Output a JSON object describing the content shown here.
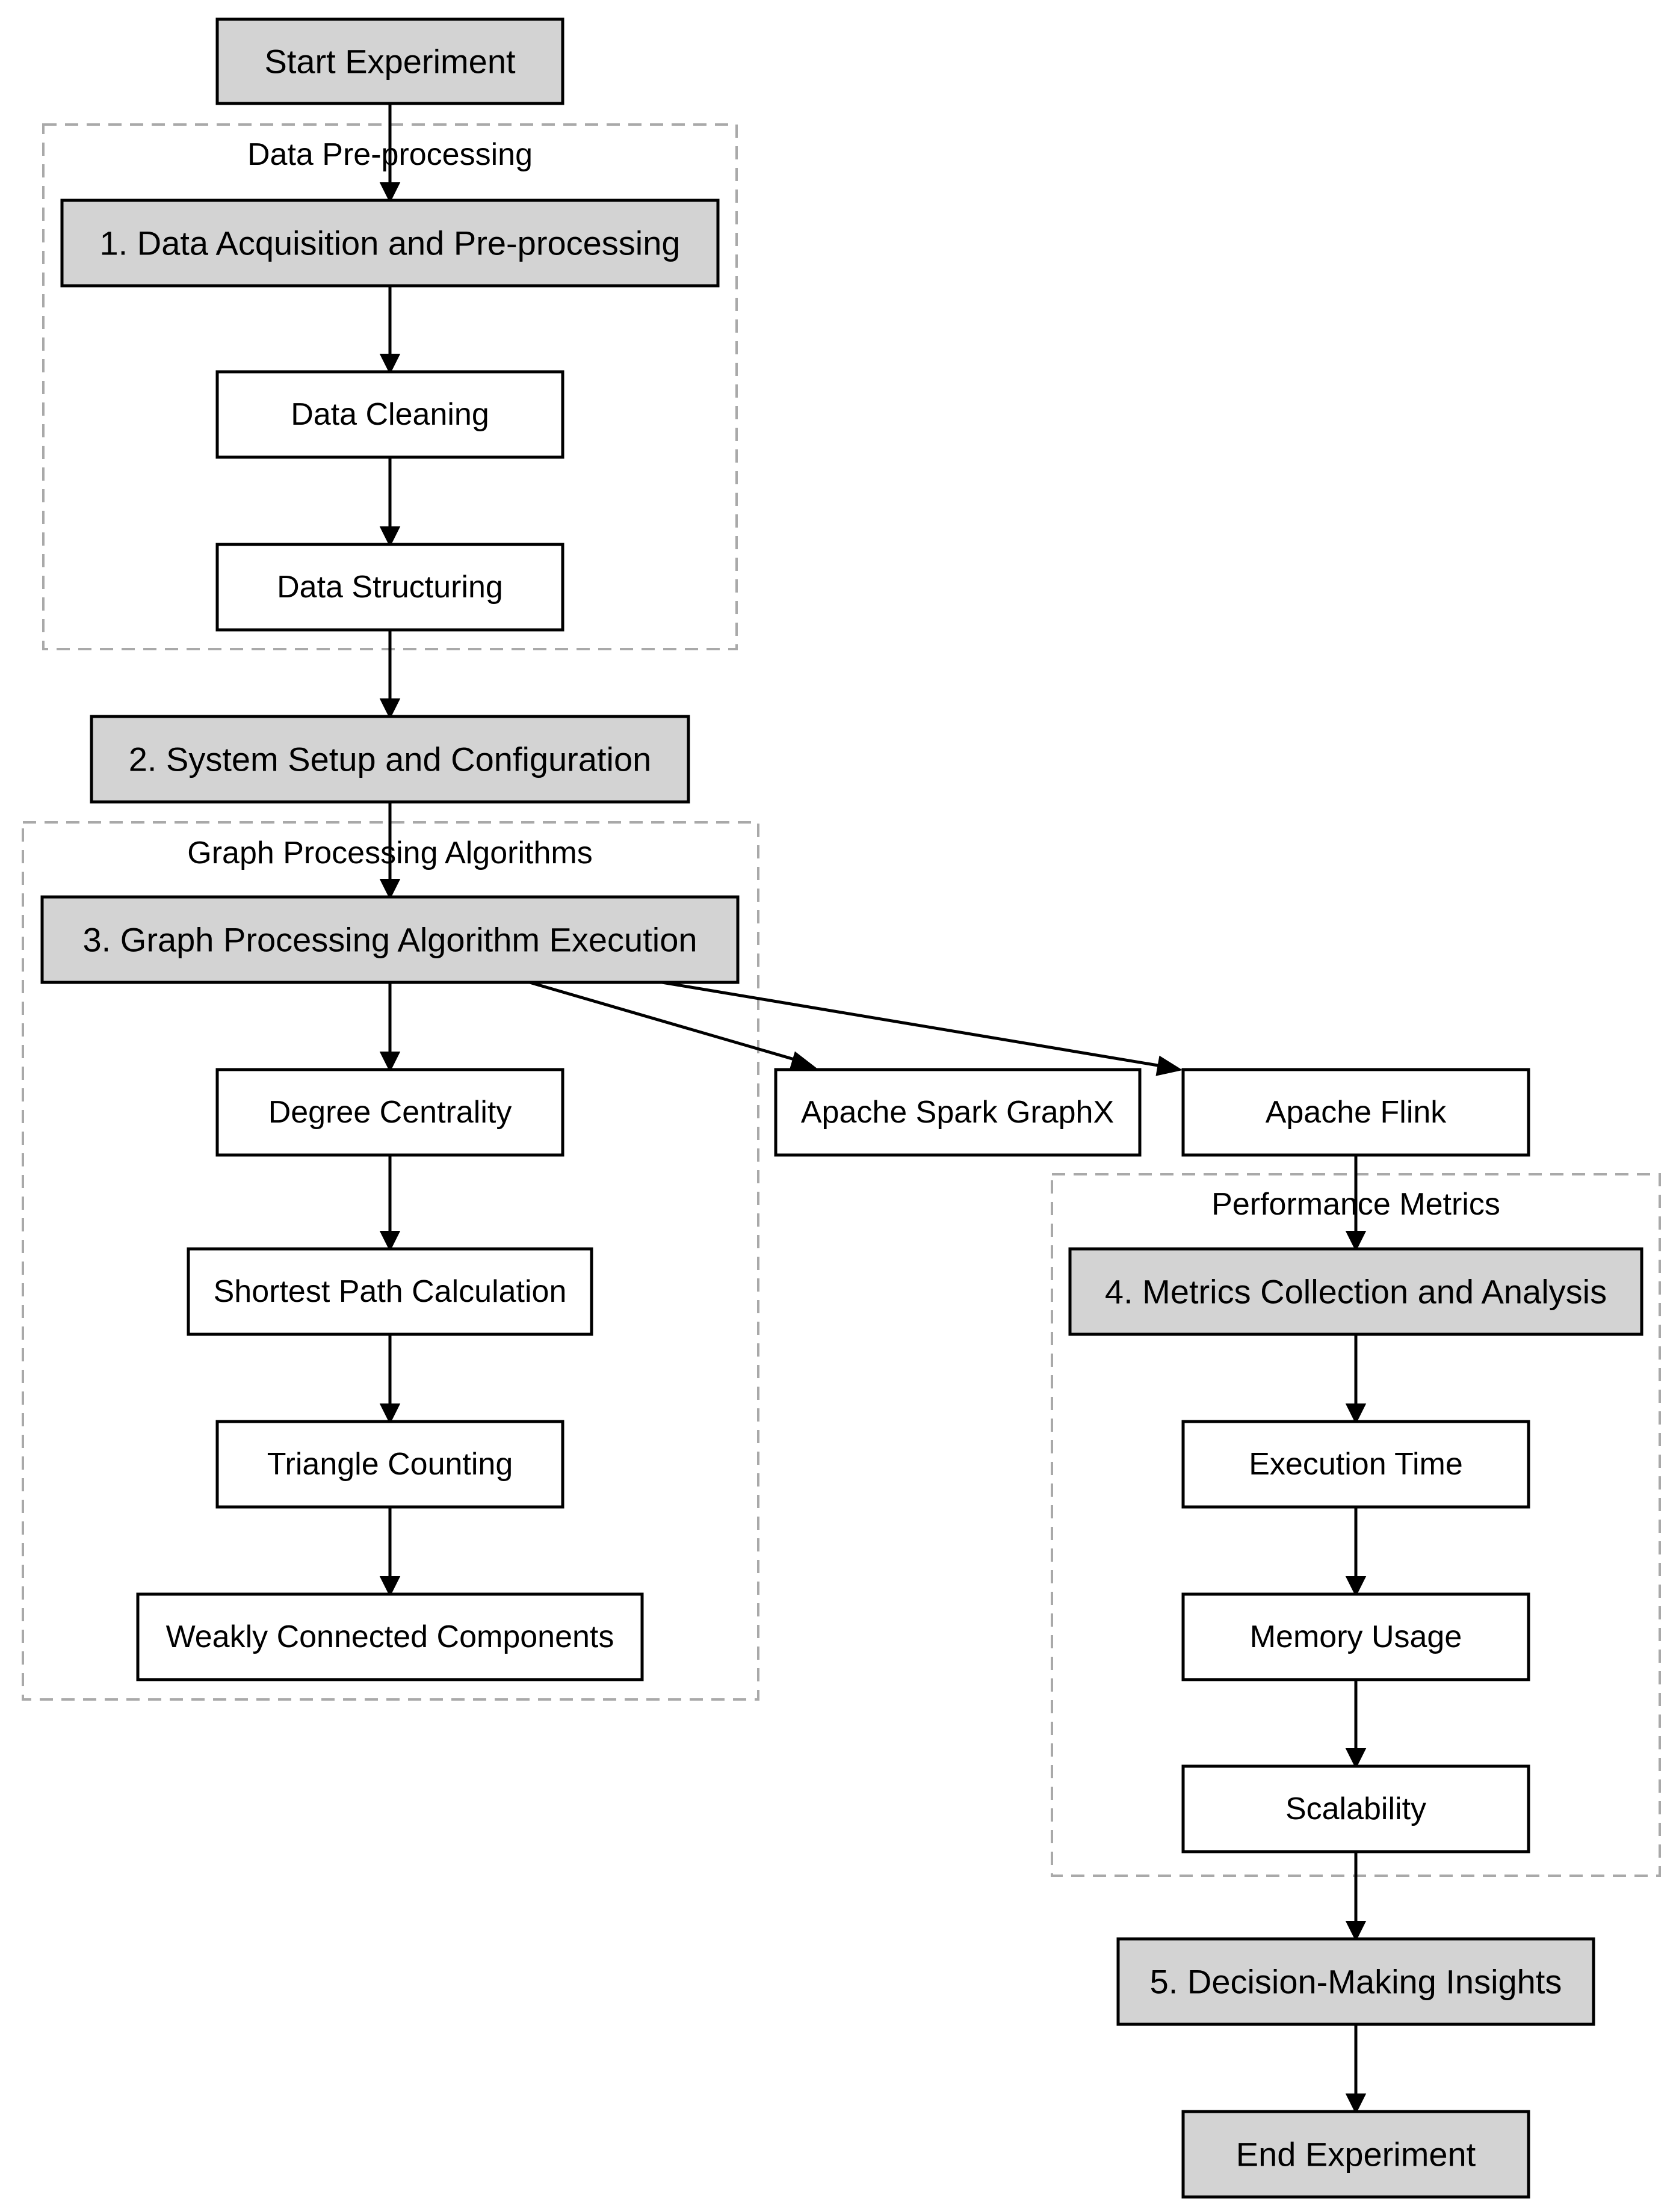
{
  "clusters": {
    "preprocessing": "Data Pre-processing",
    "algorithms": "Graph Processing Algorithms",
    "metrics": "Performance Metrics"
  },
  "nodes": {
    "start": "Start Experiment",
    "step1": "1. Data Acquisition and Pre-processing",
    "cleaning": "Data Cleaning",
    "structuring": "Data Structuring",
    "step2": "2. System Setup and Configuration",
    "step3": "3. Graph Processing Algorithm Execution",
    "degree": "Degree Centrality",
    "shortest": "Shortest Path Calculation",
    "triangle": "Triangle Counting",
    "wcc": "Weakly Connected Components",
    "spark": "Apache Spark GraphX",
    "flink": "Apache Flink",
    "step4": "4. Metrics Collection and Analysis",
    "exectime": "Execution Time",
    "memory": "Memory Usage",
    "scalability": "Scalability",
    "step5": "5. Decision-Making Insights",
    "end": "End Experiment"
  }
}
